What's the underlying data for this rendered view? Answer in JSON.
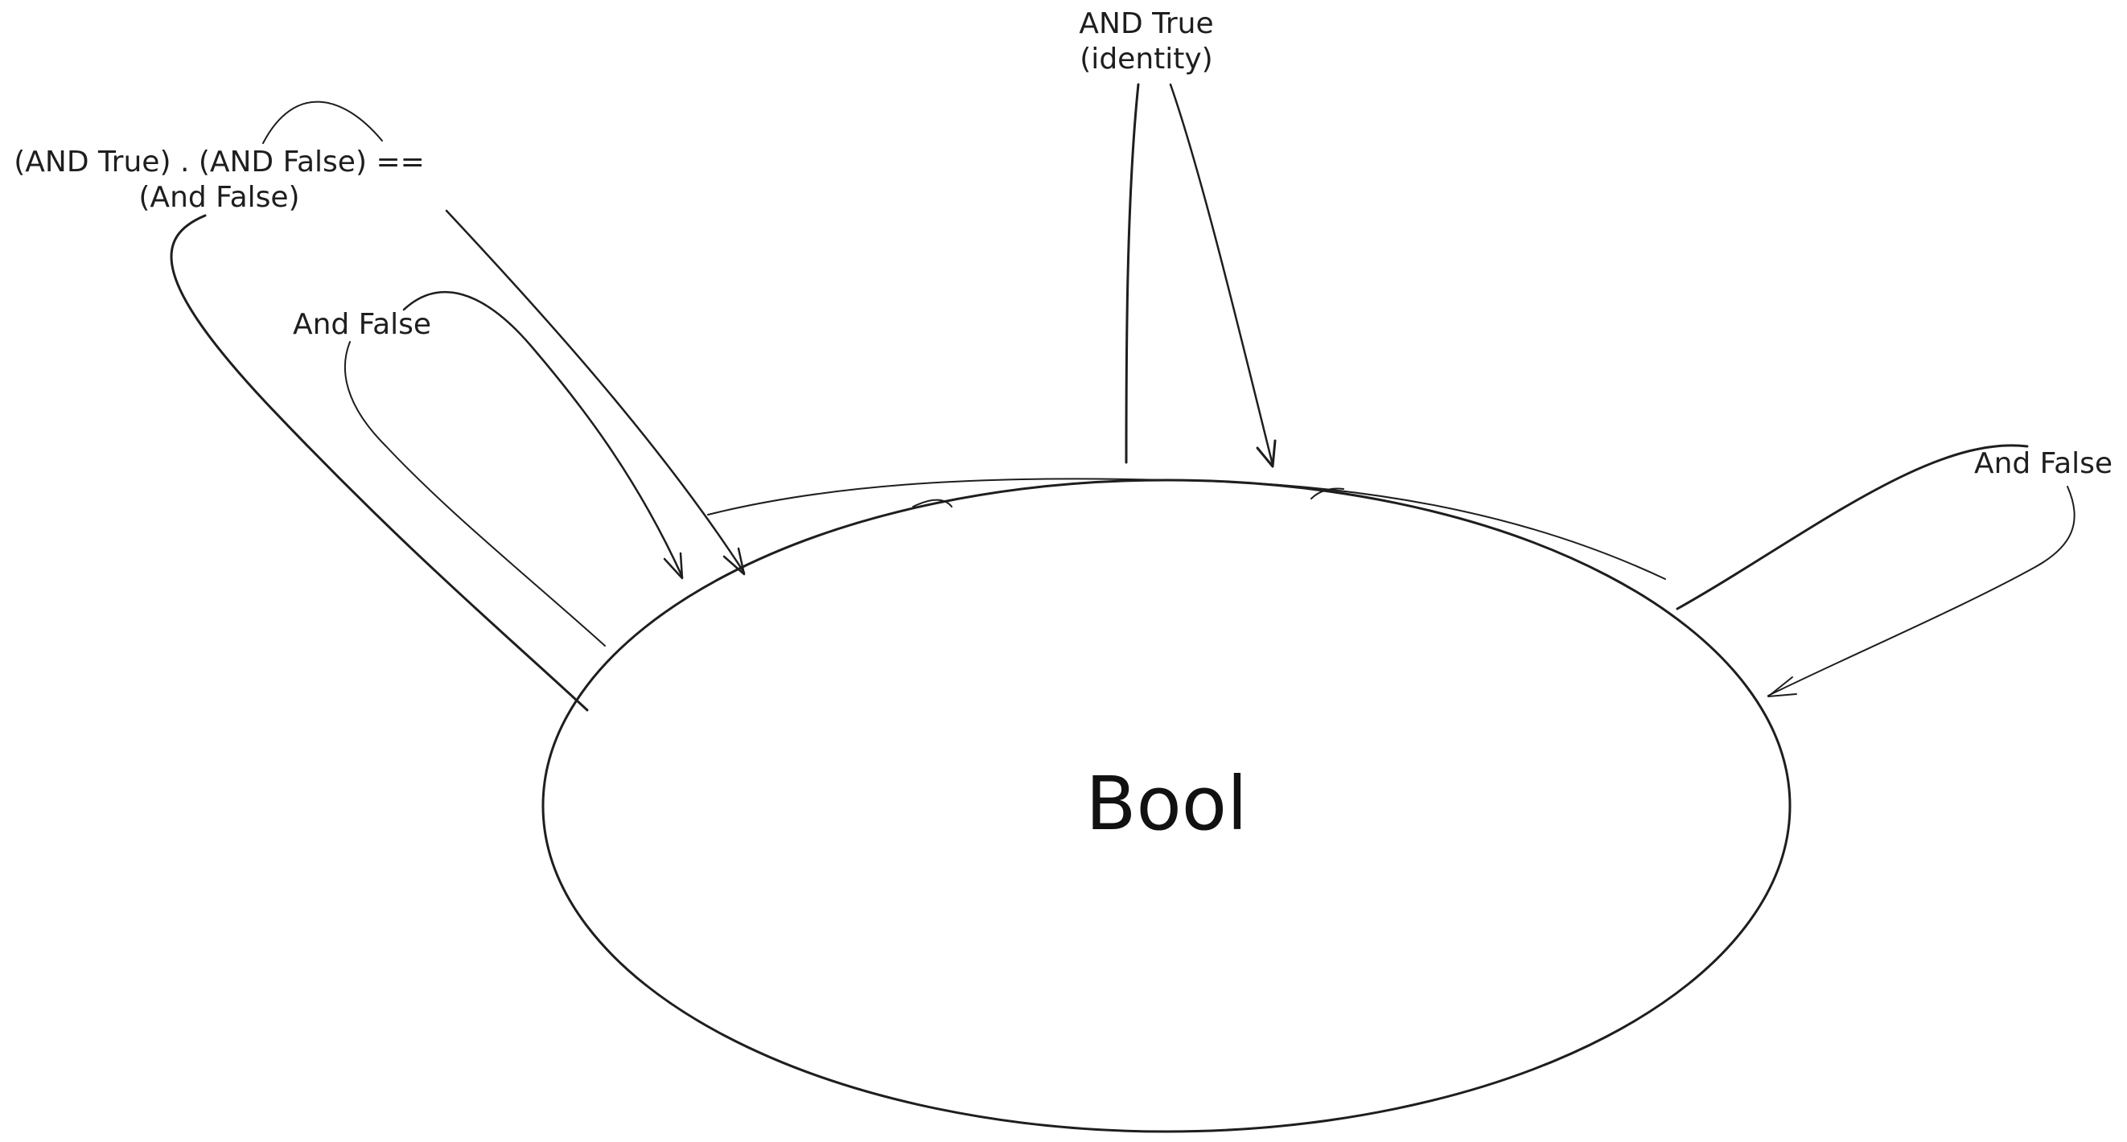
{
  "colors": {
    "background": "#ffffff",
    "stroke": "#1e1e1e",
    "text": "#1e1e1e"
  },
  "node": {
    "label": "Bool"
  },
  "edges": [
    {
      "id": "identity",
      "label": "AND True\n(identity)"
    },
    {
      "id": "and-false-left",
      "label": "And False"
    },
    {
      "id": "composition",
      "label": "(AND True) . (AND False) ==\n(And False)"
    },
    {
      "id": "and-false-right",
      "label": "And False"
    }
  ]
}
